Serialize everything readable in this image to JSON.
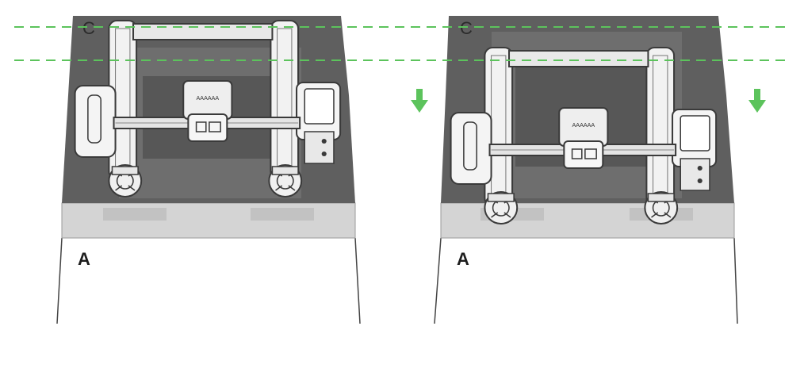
{
  "colors": {
    "foam_dark": "#5d5d5d",
    "foam_mid": "#6f6f6f",
    "foam_light": "#8a8a8a",
    "box_side": "#d6d6d6",
    "box_side_shadow": "#c3c3c3",
    "machine_body": "#f0f0f0",
    "machine_outline": "#3a3a3a",
    "guide_line": "#5cc35c",
    "arrow": "#5cc35c",
    "line_art": "#333333"
  },
  "panels": [
    {
      "label_top": "C",
      "label_box": "A",
      "lowered": false
    },
    {
      "label_top": "C",
      "label_box": "A",
      "lowered": true
    }
  ],
  "guide_lines": 2,
  "arrows": [
    {
      "direction": "down"
    },
    {
      "direction": "down"
    }
  ],
  "brand_text": "AAAAAA"
}
